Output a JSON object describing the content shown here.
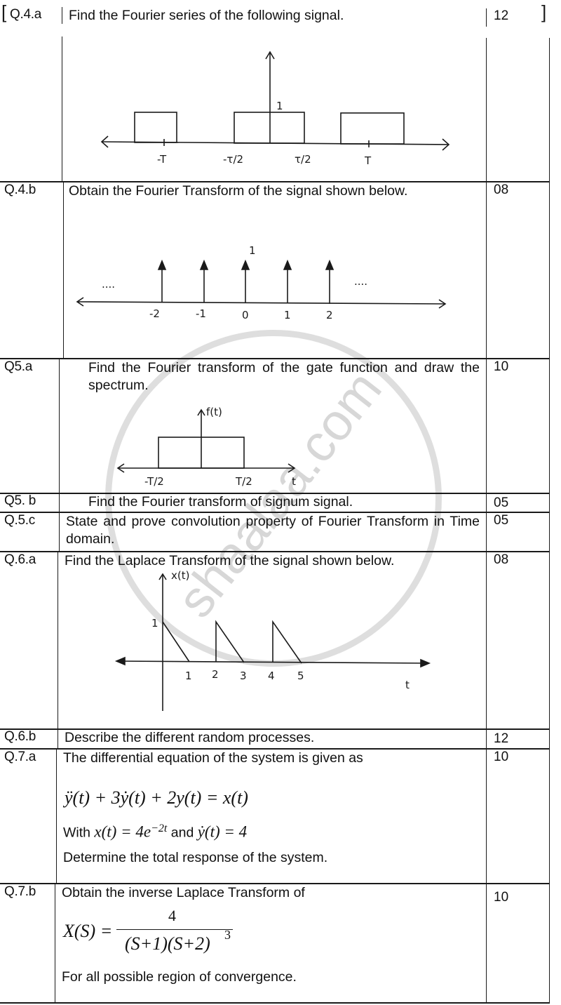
{
  "watermark": {
    "text": "shaalaa.com"
  },
  "questions": [
    {
      "id": "q4a",
      "number": "Q.4.a",
      "text": "Find the Fourier series of the following signal.",
      "marks": "12",
      "figure": {
        "type": "periodic-rectangular-pulse",
        "height_label": "1",
        "x_labels": [
          "-T",
          "-τ/2",
          "τ/2",
          "T"
        ]
      }
    },
    {
      "id": "q4b",
      "number": "Q.4.b",
      "text": "Obtain the Fourier Transform of the signal shown below.",
      "marks": "08",
      "figure": {
        "type": "impulse-train",
        "height_label": "1",
        "ellipsis": "....",
        "x_labels": [
          "-2",
          "-1",
          "0",
          "1",
          "2"
        ]
      }
    },
    {
      "id": "q5a",
      "number": "Q5.a",
      "text": "Find the Fourier transform of the gate function and draw the spectrum.",
      "marks": "10",
      "figure": {
        "type": "gate-function",
        "y_label": "f(t)",
        "x_axis_label": "t",
        "x_labels": [
          "-T/2",
          "T/2"
        ]
      }
    },
    {
      "id": "q5b",
      "number": "Q5. b",
      "text": "Find the Fourier transform of signum signal.",
      "marks": "05"
    },
    {
      "id": "q5c",
      "number": "Q.5.c",
      "text": "State and prove convolution property of Fourier Transform in Time domain.",
      "marks": "05"
    },
    {
      "id": "q6a",
      "number": "Q.6.a",
      "text": "Find the Laplace  Transform of the signal shown below.",
      "marks": "08",
      "figure": {
        "type": "sawtooth-pulses",
        "y_label": "x(t)",
        "height_label": "1",
        "x_axis_label": "t",
        "x_labels": [
          "1",
          "2",
          "3",
          "4",
          "5"
        ]
      }
    },
    {
      "id": "q6b",
      "number": "Q.6.b",
      "text": "Describe the different random processes.",
      "marks": "12"
    },
    {
      "id": "q7a",
      "number": "Q.7.a",
      "text": "The differential equation of the system is given as",
      "marks": "10",
      "equation": {
        "lhs": "ÿ(t) + 3ẏ(t) + 2y(t) = x(t)"
      },
      "condition_prefix": "With",
      "condition_x": "x(t) = 4e",
      "condition_exp": "−2t",
      "condition_and": "and",
      "condition_y": "ẏ(t) = 4",
      "followup": "Determine the total response of the system."
    },
    {
      "id": "q7b",
      "number": "Q.7.b",
      "text": "Obtain the inverse Laplace Transform of",
      "marks": "10",
      "equation": {
        "lhs": "X(S) =",
        "numerator": "4",
        "denominator": "(S+1)(S+2)",
        "denominator_exp": "3"
      },
      "followup": "For all possible region of convergence."
    }
  ]
}
